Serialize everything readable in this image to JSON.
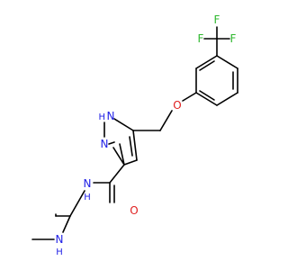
{
  "diagram": {
    "colors": {
      "bond": "#000000",
      "nitrogen": "#1f1fe6",
      "oxygen": "#e02020",
      "fluorine": "#2eb82e",
      "background": "#ffffff"
    },
    "atoms": {
      "f1": "F",
      "f2": "F",
      "f3": "F",
      "ether_o": "O",
      "ring_nh_n": "N",
      "ring_nh_h": "H",
      "ring_n": "N",
      "amide_nh_n": "N",
      "amide_nh_h": "H",
      "amide_o": "O",
      "amine_nh_n": "N",
      "amine_nh_h": "H"
    }
  }
}
